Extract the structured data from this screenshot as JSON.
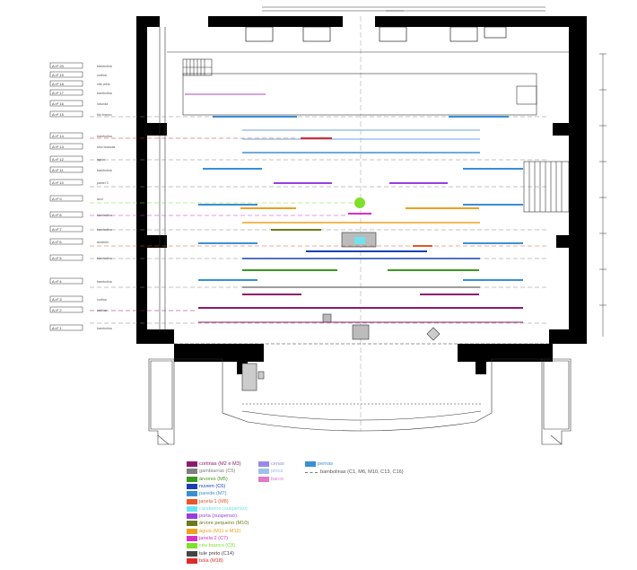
{
  "colors": {
    "wall": "#000000",
    "line": "#555555",
    "guide": "#999999"
  },
  "plan_labels": {
    "row_tags": [
      "A nº 20",
      "A nº 19",
      "A nº 18",
      "A nº 17",
      "A nº 16",
      "A nº 15",
      "A nº 14",
      "A nº 13",
      "A nº 12",
      "A nº 11",
      "A nº 10",
      "A nº 9",
      "A nº 8",
      "A nº 7",
      "A nº 6",
      "A nº 5",
      "A nº 4",
      "A nº 3",
      "A nº 2",
      "A nº 1"
    ],
    "row_names": [
      "bambolina",
      "cortina",
      "cbk preto",
      "bambolina",
      "rotunda",
      "filó branco",
      "bambolina",
      "sino brancas",
      "águia",
      "bambolina",
      "painel 3",
      "azul",
      "bambolina",
      "bambolina",
      "amarelo",
      "bambolina",
      "bambolina",
      "cortina",
      "cortina",
      "bambolina"
    ]
  },
  "legend": {
    "items": [
      {
        "label": "cortinas (M2 e M3)",
        "color": "#8e1a6e"
      },
      {
        "label": "gambiarras (C5)",
        "color": "#7f7f7f"
      },
      {
        "label": "árvores (M5)",
        "color": "#3a9a1e"
      },
      {
        "label": "nuvem (C6)",
        "color": "#1a3fb5"
      },
      {
        "label": "parede (M7)",
        "color": "#3a8fd4"
      },
      {
        "label": "janela 1 (M8)",
        "color": "#e8562a"
      },
      {
        "label": "candeeiro (suspenso)",
        "color": "#6fe3f0"
      },
      {
        "label": "porta (suspenso)",
        "color": "#9a3de0"
      },
      {
        "label": "árvore pequeno (M10)",
        "color": "#6b7a1e"
      },
      {
        "label": "águia (M11 e M12)",
        "color": "#f0a020"
      },
      {
        "label": "janela 2 (C7)",
        "color": "#d92fc9"
      },
      {
        "label": "céu branco (C8)",
        "color": "#7ee02a"
      },
      {
        "label": "tule preto (C14)",
        "color": "#444444"
      },
      {
        "label": "bóla (M18)",
        "color": "#e02a2a"
      },
      {
        "label": "cenas",
        "color": "#9a8ae8"
      },
      {
        "label": "pinos",
        "color": "#9ec0ec"
      },
      {
        "label": "barco",
        "color": "#e07ac8"
      },
      {
        "label": "pernas",
        "color": "#3a8fd4"
      },
      {
        "label": "bambolinas (C1, M6, M10, C13, C16)",
        "color": "#777777"
      }
    ]
  }
}
